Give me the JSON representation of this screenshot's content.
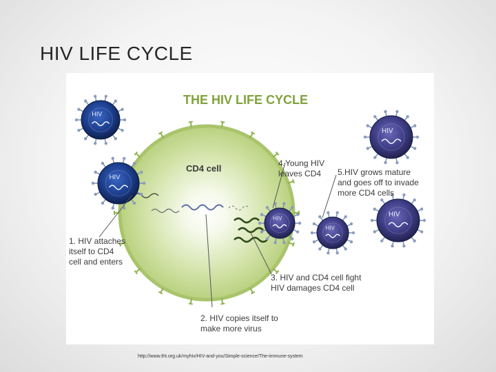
{
  "slide": {
    "title": "HIV LIFE CYCLE",
    "source": "http://www.tht.org.uk/myhiv/HIV-and-you/Simple-science/The-immune-system"
  },
  "diagram": {
    "title": "THE HIV LIFE CYCLE",
    "cell_label": "CD4 cell",
    "virus_label": "HIV",
    "steps": {
      "step1": [
        "1. HIV attaches",
        "itself to CD4",
        "cell and enters"
      ],
      "step2": [
        "2. HIV copies itself to",
        "make more virus"
      ],
      "step3": [
        "3. HIV and CD4 cell fight",
        "HIV damages CD4 cell"
      ],
      "step4": [
        "4.Young HIV",
        "leaves CD4"
      ],
      "step5": [
        "5.HIV grows mature",
        "and goes off to invade",
        "more CD4 cells"
      ]
    },
    "colors": {
      "title": "#7fa33a",
      "cell": "#c5d99a",
      "cell_rim": "#a9c46b",
      "virus_young": "#1e3a78",
      "virus_mature": "#3b3a80",
      "text": "#3a3a3a"
    }
  }
}
